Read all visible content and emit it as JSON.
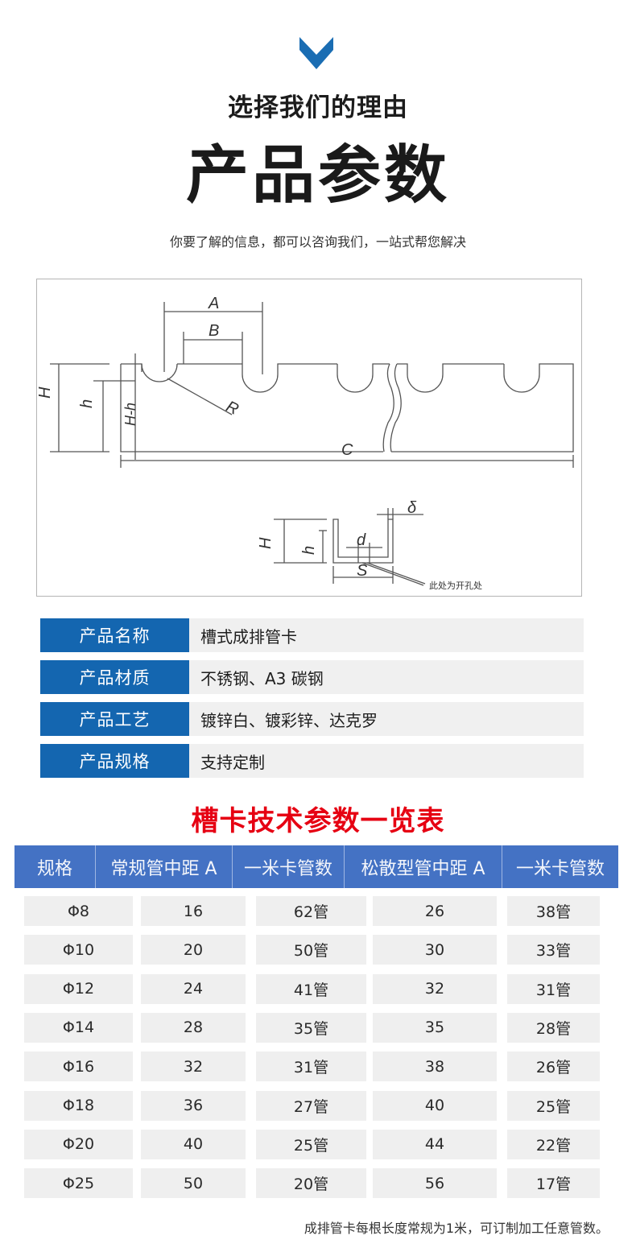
{
  "header": {
    "chevron_icon": "chevron-down-icon",
    "chevron_color": "#1a6db3",
    "kicker": "选择我们的理由",
    "title": "产品参数",
    "subtitle": "你要了解的信息，都可以咨询我们，一站式帮您解决"
  },
  "diagram": {
    "labels": {
      "A": "A",
      "B": "B",
      "R": "R",
      "H": "H",
      "h": "h",
      "H_minus_h": "H-h",
      "C": "C",
      "section_H": "H",
      "section_h": "h",
      "d": "d",
      "delta": "δ",
      "S": "S",
      "hole_note": "此处为开孔处"
    }
  },
  "specs": {
    "label_color": "#1466b0",
    "rows": [
      {
        "label": "产品名称",
        "value": "槽式成排管卡"
      },
      {
        "label": "产品材质",
        "value": "不锈钢、A3 碳钢"
      },
      {
        "label": "产品工艺",
        "value": "镀锌白、镀彩锌、达克罗"
      },
      {
        "label": "产品规格",
        "value": "支持定制"
      }
    ]
  },
  "table": {
    "title": "槽卡技术参数一览表",
    "title_color": "#e60012",
    "header_color": "#4472c4",
    "columns": [
      "规格",
      "常规管中距 A",
      "一米卡管数",
      "松散型管中距 A",
      "一米卡管数"
    ],
    "rows": [
      [
        "Φ8",
        "16",
        "62管",
        "26",
        "38管"
      ],
      [
        "Φ10",
        "20",
        "50管",
        "30",
        "33管"
      ],
      [
        "Φ12",
        "24",
        "41管",
        "32",
        "31管"
      ],
      [
        "Φ14",
        "28",
        "35管",
        "35",
        "28管"
      ],
      [
        "Φ16",
        "32",
        "31管",
        "38",
        "26管"
      ],
      [
        "Φ18",
        "36",
        "27管",
        "40",
        "25管"
      ],
      [
        "Φ20",
        "40",
        "25管",
        "44",
        "22管"
      ],
      [
        "Φ25",
        "50",
        "20管",
        "56",
        "17管"
      ]
    ],
    "note": "成排管卡每根长度常规为1米，可订制加工任意管数。"
  }
}
